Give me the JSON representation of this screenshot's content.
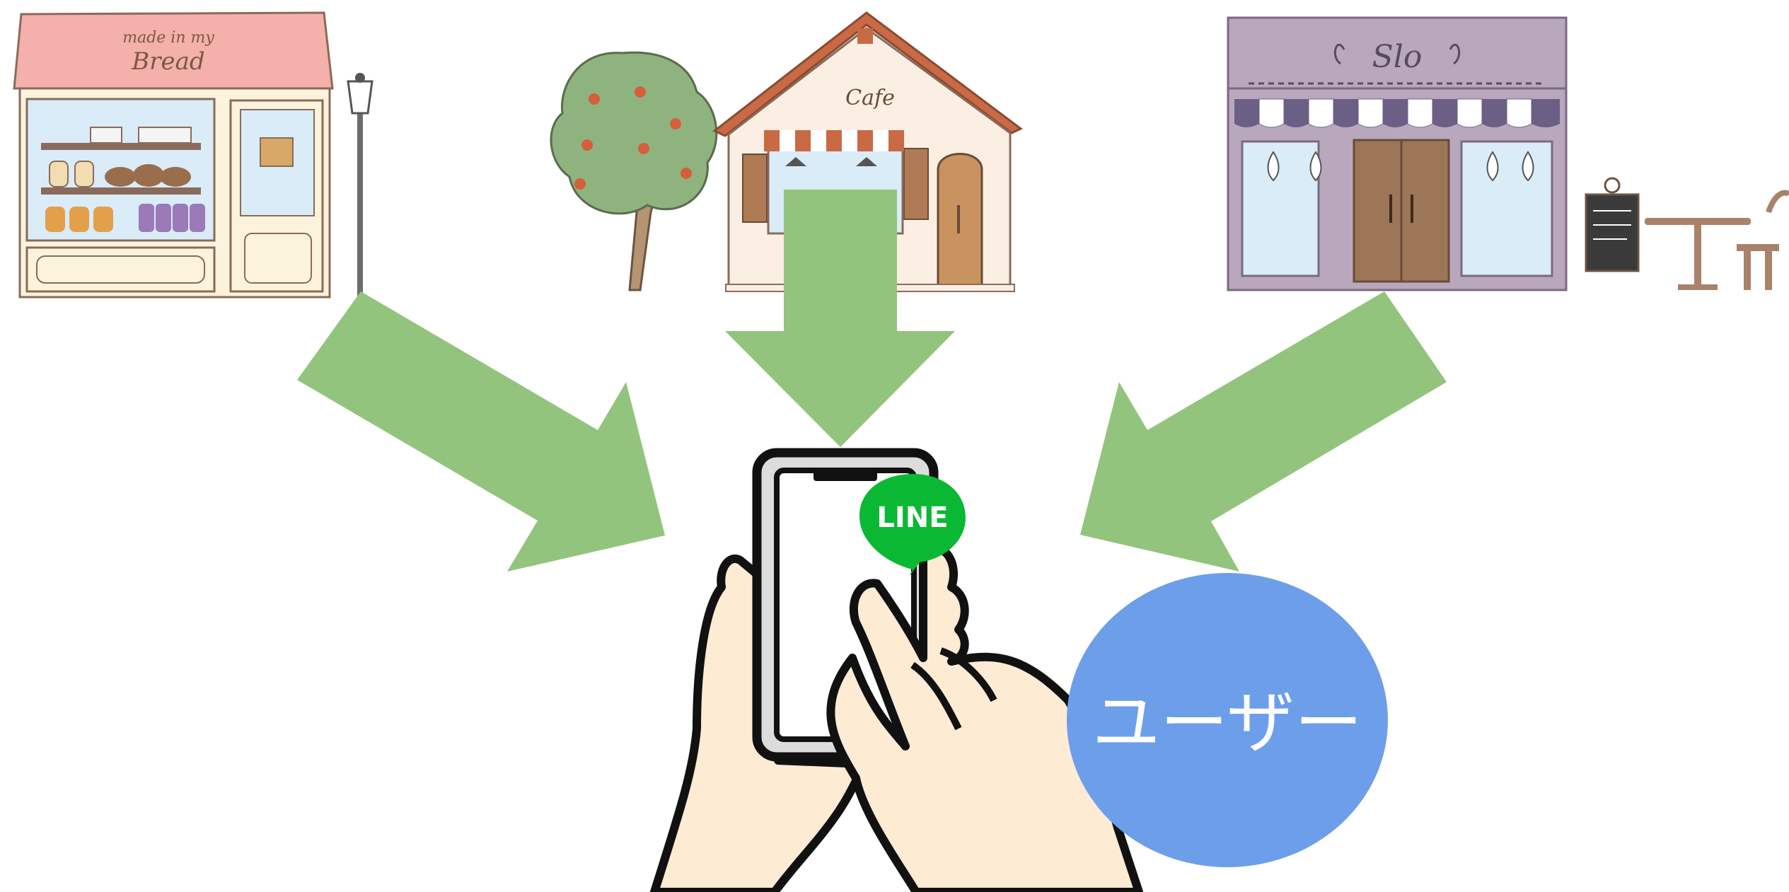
{
  "shops": [
    {
      "id": "bakery",
      "sign": "Bread",
      "sign_small": "made in my",
      "sign_color": "#f4b0aa",
      "wall_color": "#fbf3dc"
    },
    {
      "id": "cafe-house",
      "sign": "Cafe",
      "roof_color": "#c96a45",
      "wall_color": "#fbefe3"
    },
    {
      "id": "restaurant",
      "sign": "Slo",
      "wall_color": "#b9a8bd",
      "awning_color": "#6c5f86"
    }
  ],
  "phone": {
    "app_badge": "LINE",
    "badge_color": "#0ab833"
  },
  "user_bubble": {
    "label": "ユーザー",
    "color": "#6d9eea"
  },
  "arrow_color": "#93c47d"
}
